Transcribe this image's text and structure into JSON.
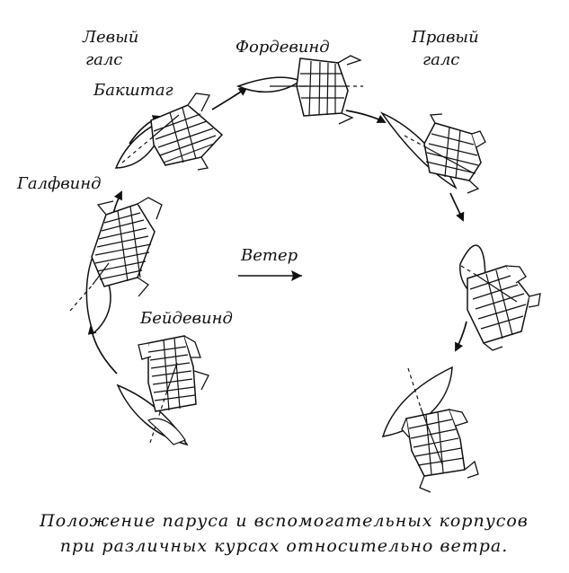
{
  "labels": {
    "left_tack_line1": "Левый",
    "left_tack_line2": "галс",
    "right_tack_line1": "Правый",
    "right_tack_line2": "галс",
    "backstay": "Бакштаг",
    "beam_reach": "Галфвинд",
    "close_hauled": "Бейдевинд",
    "running": "Фордевинд",
    "wind": "Ветер"
  },
  "caption": {
    "line1": "Положение паруса и вспомогательных корпусов",
    "line2": "при различных курсах относительно ветра."
  }
}
